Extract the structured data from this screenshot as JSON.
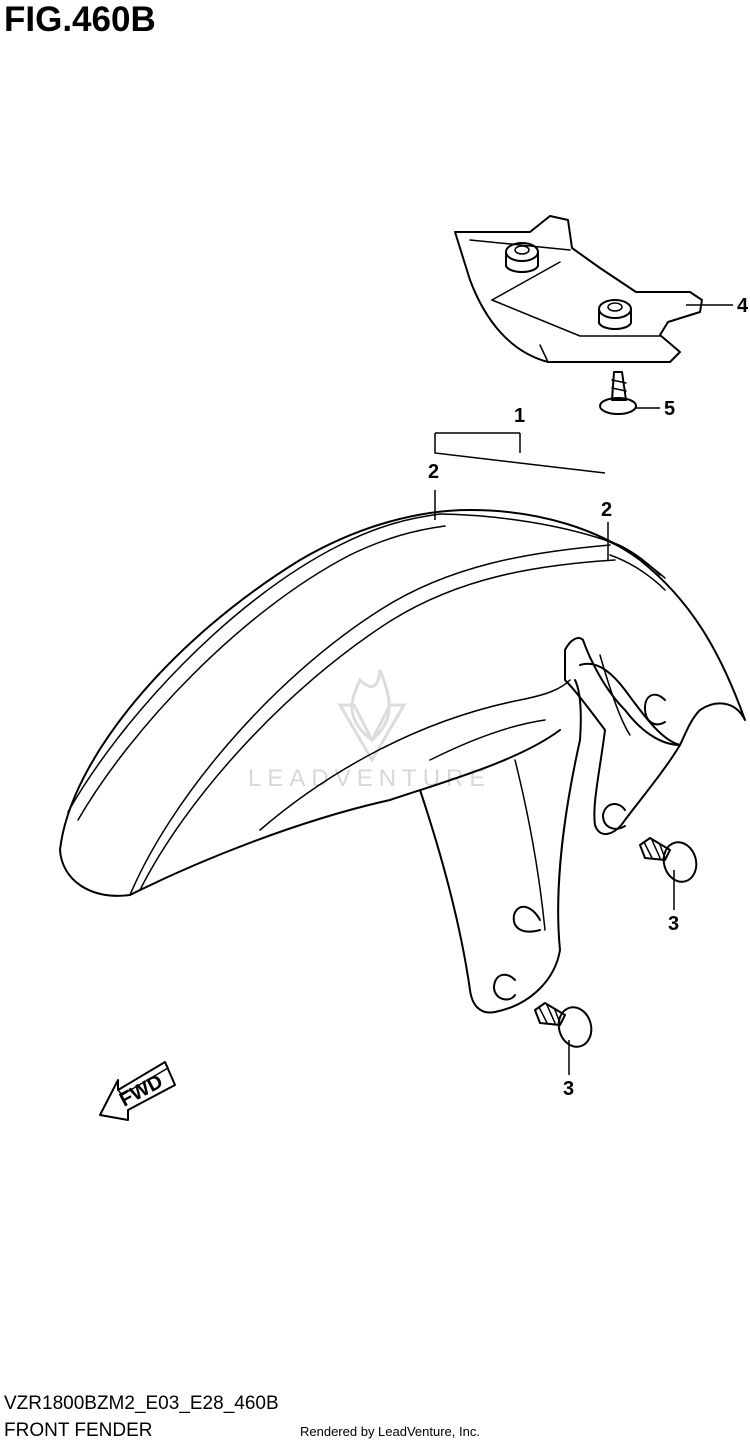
{
  "figure": {
    "title": "FIG.460B"
  },
  "callouts": {
    "fender": "1",
    "clip_left": "2",
    "clip_right": "2",
    "bolt_upper": "3",
    "bolt_lower": "3",
    "bracket": "4",
    "screw": "5"
  },
  "fwd_label": "FWD",
  "watermark": "LEADVENTURE",
  "footer": {
    "code": "VZR1800BZM2_E03_E28_460B",
    "title": "FRONT FENDER",
    "credit": "Rendered by LeadVenture, Inc."
  }
}
